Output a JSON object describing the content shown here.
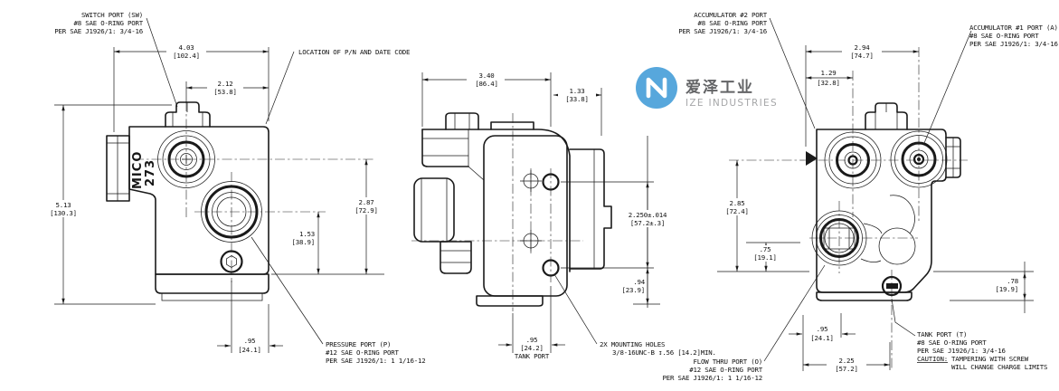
{
  "watermark": {
    "cn": "爱泽工业",
    "en": "IZE INDUSTRIES",
    "logo_color": "#4ba1da",
    "cn_color": "#58595b",
    "en_color": "#9fa0a2"
  },
  "drawing": {
    "ink_color": "#1a1a1a"
  },
  "body_marking": {
    "line1": "MICO",
    "line2": "273"
  },
  "callouts": {
    "switch_port": {
      "l1": "SWITCH PORT (SW)",
      "l2": "#8 SAE O-RING PORT",
      "l3": "PER SAE J1926/1: 3/4-16"
    },
    "pn_location": {
      "l1": "LOCATION OF P/N AND DATE CODE"
    },
    "accumulator2": {
      "l1": "ACCUMULATOR #2 PORT",
      "l2": "#8 SAE O-RING PORT",
      "l3": "PER SAE J1926/1: 3/4-16"
    },
    "accumulator1": {
      "l1": "ACCUMULATOR #1 PORT (A)",
      "l2": "#8 SAE O-RING PORT",
      "l3": "PER SAE J1926/1: 3/4-16"
    },
    "pressure_port": {
      "l1": "PRESSURE PORT (P)",
      "l2": "#12 SAE O-RING PORT",
      "l3": "PER SAE J1926/1: 1 1/16-12"
    },
    "mounting_holes": {
      "l1": "2X MOUNTING HOLES",
      "l2": "3/8-16UNC-B ↧.56 [14.2]MIN."
    },
    "flow_thru_port": {
      "l1": "FLOW THRU PORT (O)",
      "l2": "#12 SAE O-RING PORT",
      "l3": "PER SAE J1926/1: 1 1/16-12"
    },
    "tank_port_t": {
      "l1": "TANK PORT (T)",
      "l2": "#8 SAE O-RING PORT",
      "l3": "PER SAE J1926/1: 3/4-16",
      "caution_word": "CAUTION:",
      "caution_l1": "TAMPERING WITH SCREW",
      "caution_l2": "WILL CHANGE CHARGE LIMITS"
    }
  },
  "dims": {
    "w403": {
      "in": "4.03",
      "mm": "[102.4]"
    },
    "w212": {
      "in": "2.12",
      "mm": "[53.8]"
    },
    "h513": {
      "in": "5.13",
      "mm": "[130.3]"
    },
    "h153": {
      "in": "1.53",
      "mm": "[38.9]"
    },
    "h287": {
      "in": "2.87",
      "mm": "[72.9]"
    },
    "w095l": {
      "in": ".95",
      "mm": "[24.1]"
    },
    "w340": {
      "in": "3.40",
      "mm": "[86.4]"
    },
    "w133": {
      "in": "1.33",
      "mm": "[33.8]"
    },
    "h2250": {
      "in": "2.250±.014",
      "mm": "[57.2±.3]"
    },
    "h094": {
      "in": ".94",
      "mm": "[23.9]"
    },
    "w095m": {
      "in": ".95",
      "mm": "[24.2]",
      "label": "TANK PORT"
    },
    "w294": {
      "in": "2.94",
      "mm": "[74.7]"
    },
    "w129": {
      "in": "1.29",
      "mm": "[32.8]"
    },
    "h285": {
      "in": "2.85",
      "mm": "[72.4]"
    },
    "h075": {
      "in": ".75",
      "mm": "[19.1]"
    },
    "h078": {
      "in": ".78",
      "mm": "[19.9]"
    },
    "w095r": {
      "in": ".95",
      "mm": "[24.1]"
    },
    "w225": {
      "in": "2.25",
      "mm": "[57.2]"
    }
  }
}
